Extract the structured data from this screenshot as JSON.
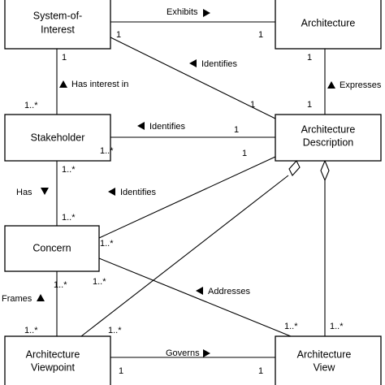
{
  "boxes": {
    "system_of_interest": [
      "System-of-",
      "Interest"
    ],
    "architecture": [
      "Architecture"
    ],
    "stakeholder": [
      "Stakeholder"
    ],
    "architecture_description": [
      "Architecture",
      "Description"
    ],
    "concern": [
      "Concern"
    ],
    "architecture_viewpoint": [
      "Architecture",
      "Viewpoint"
    ],
    "architecture_view": [
      "Architecture",
      "View"
    ]
  },
  "relations": {
    "exhibits": "Exhibits",
    "identifies_top": "Identifies",
    "expresses": "Expresses",
    "has_interest_in": "Has interest in",
    "identifies_middle": "Identifies",
    "identifies_lower": "Identifies",
    "has": "Has",
    "addresses": "Addresses",
    "frames": "Frames",
    "governs": "Governs"
  },
  "multiplicities": {
    "exhibits_soi": "1",
    "exhibits_arch": "1",
    "soi_has_interest": "1",
    "stakeholder_has_interest": "1..*",
    "arch_expresses": "1",
    "ad_expresses": "1",
    "soi_identifies": "1",
    "stakeholder_identifies": "1..*",
    "ad_identifies_stakeholder": "1",
    "stakeholder_has": "1..*",
    "concern_has": "1..*",
    "ad_identifies_concern": "1",
    "concern_identifies": "1..*",
    "concern_frames": "1..*",
    "viewpoint_frames": "1..*",
    "concern_addresses": "1..*",
    "view_addresses": "1..*",
    "view_aggregation": "1..*",
    "viewpoint_aggregation": "1..*",
    "governs_viewpoint": "1",
    "governs_view": "1"
  }
}
